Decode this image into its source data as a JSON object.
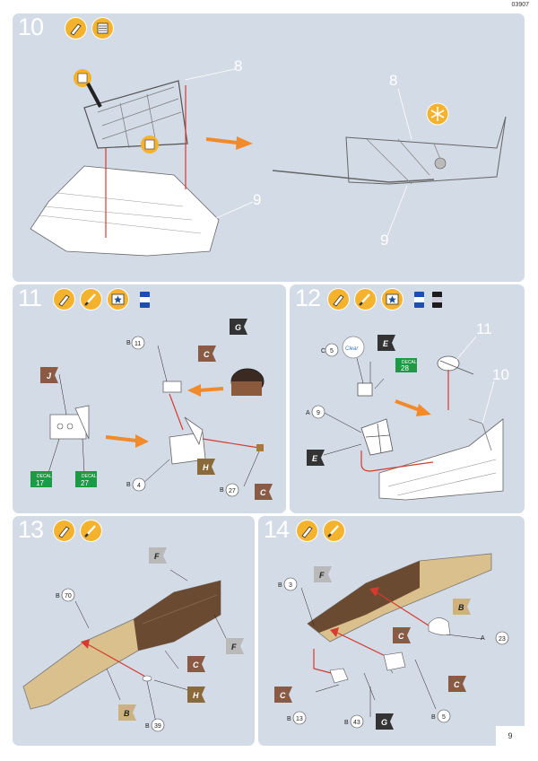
{
  "doc_code": "03907",
  "page_number": "9",
  "steps": [
    {
      "number": "10",
      "icons": [
        "glue-icon",
        "sand-icon"
      ],
      "callouts": {
        "upper": "8",
        "lower": "9",
        "right_upper": "8",
        "right_lower": "9"
      }
    },
    {
      "number": "11",
      "icons": [
        "glue-icon",
        "brush-icon",
        "decal-icon",
        "paint-icon"
      ],
      "parts": [
        {
          "tree": "B",
          "num": "11"
        },
        {
          "tree": "B",
          "num": "4"
        },
        {
          "tree": "B",
          "num": "27"
        }
      ],
      "color_tags": [
        "G",
        "C",
        "J",
        "H",
        "C"
      ],
      "decals": [
        {
          "label": "DECAL",
          "num": "17"
        },
        {
          "label": "DECAL",
          "num": "27"
        }
      ]
    },
    {
      "number": "12",
      "icons": [
        "glue-icon",
        "brush-icon",
        "decal-icon",
        "paint-icon"
      ],
      "parts": [
        {
          "tree": "C",
          "num": "5"
        },
        {
          "tree": "A",
          "num": "9"
        }
      ],
      "clear_label": "Clear",
      "color_tags": [
        "E",
        "E"
      ],
      "decals": [
        {
          "label": "DECAL",
          "num": "28"
        }
      ],
      "callouts": {
        "upper": "11",
        "lower": "10"
      }
    },
    {
      "number": "13",
      "icons": [
        "glue-icon",
        "brush-icon"
      ],
      "parts": [
        {
          "tree": "B",
          "num": "70"
        },
        {
          "tree": "B",
          "num": "39"
        }
      ],
      "color_tags": [
        "F",
        "F",
        "C",
        "H",
        "B"
      ]
    },
    {
      "number": "14",
      "icons": [
        "glue-icon",
        "brush-icon"
      ],
      "parts": [
        {
          "tree": "B",
          "num": "3"
        },
        {
          "tree": "A",
          "num": "23"
        },
        {
          "tree": "B",
          "num": "13"
        },
        {
          "tree": "B",
          "num": "43"
        },
        {
          "tree": "B",
          "num": "5"
        }
      ],
      "color_tags": [
        "F",
        "B",
        "C",
        "C",
        "C",
        "G"
      ]
    }
  ],
  "colors": {
    "panel": "#d3dbe6",
    "orange": "#f18a2b",
    "tag_brown": "#8a5a44",
    "tag_grey": "#b9b9b9",
    "tag_dark": "#333333",
    "tag_khaki": "#8a6a3a",
    "tag_sand": "#cdb27f",
    "decal_green": "#1d9a45"
  }
}
